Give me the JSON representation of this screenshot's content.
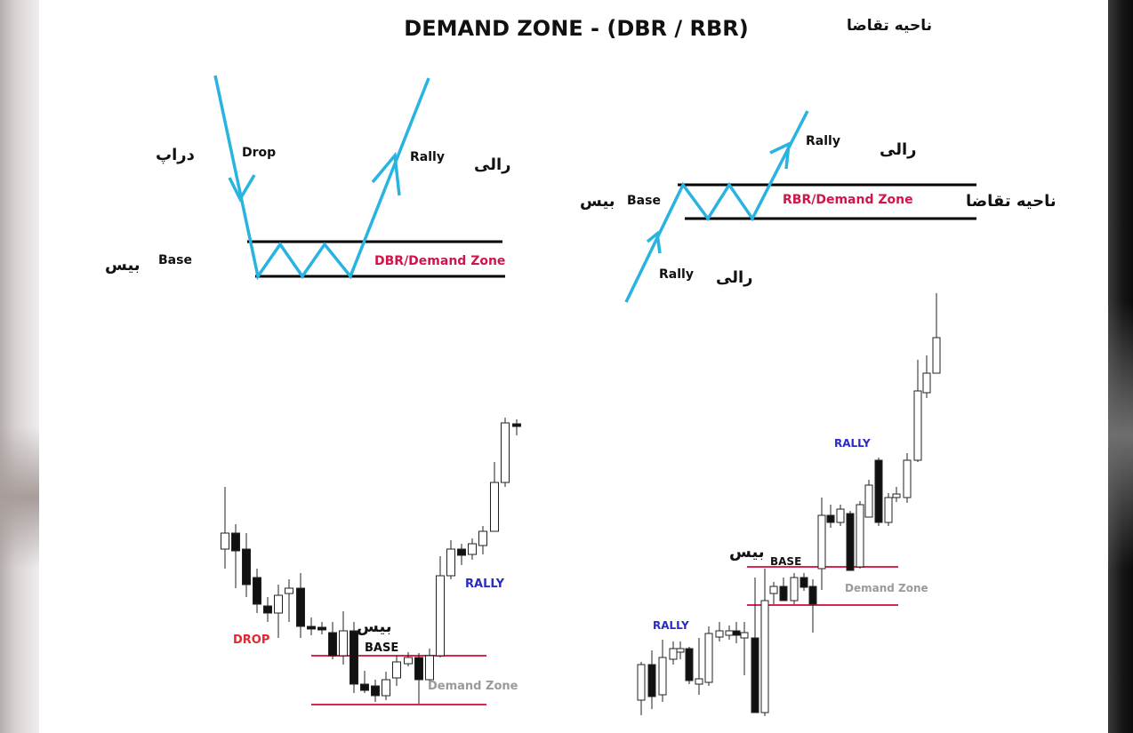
{
  "title": "DEMAND ZONE  -  (DBR / RBR)",
  "title_fa": "ناحیه تقاضا",
  "colors": {
    "arrow": "#29b3e0",
    "zone_text": "#d0154a",
    "zone_line": "#d8264e",
    "drop": "#e1282e",
    "rally": "#2a2ac4",
    "demand_gray": "#9a9a9a"
  },
  "dbr": {
    "drop_label": "Drop",
    "drop_fa": "دراپ",
    "rally_label": "Rally",
    "rally_fa": "رالی",
    "base_label": "Base",
    "base_fa": "بیس",
    "zone_label": "DBR/Demand Zone"
  },
  "rbr": {
    "rally_top_label": "Rally",
    "rally_top_fa": "رالی",
    "base_label": "Base",
    "base_fa": "بیس",
    "zone_label": "RBR/Demand Zone",
    "zone_fa": "ناحیه تقاضا",
    "rally_bottom_label": "Rally",
    "rally_bottom_fa": "رالی"
  },
  "chart_left": {
    "drop_label": "DROP",
    "base_fa": "بیس",
    "base_label": "BASE",
    "demand_label": "Demand Zone",
    "rally_label": "RALLY"
  },
  "chart_right": {
    "rally_bottom_label": "RALLY",
    "base_fa": "بیس",
    "base_label": "BASE",
    "demand_label": "Demand Zone",
    "rally_top_label": "RALLY"
  }
}
